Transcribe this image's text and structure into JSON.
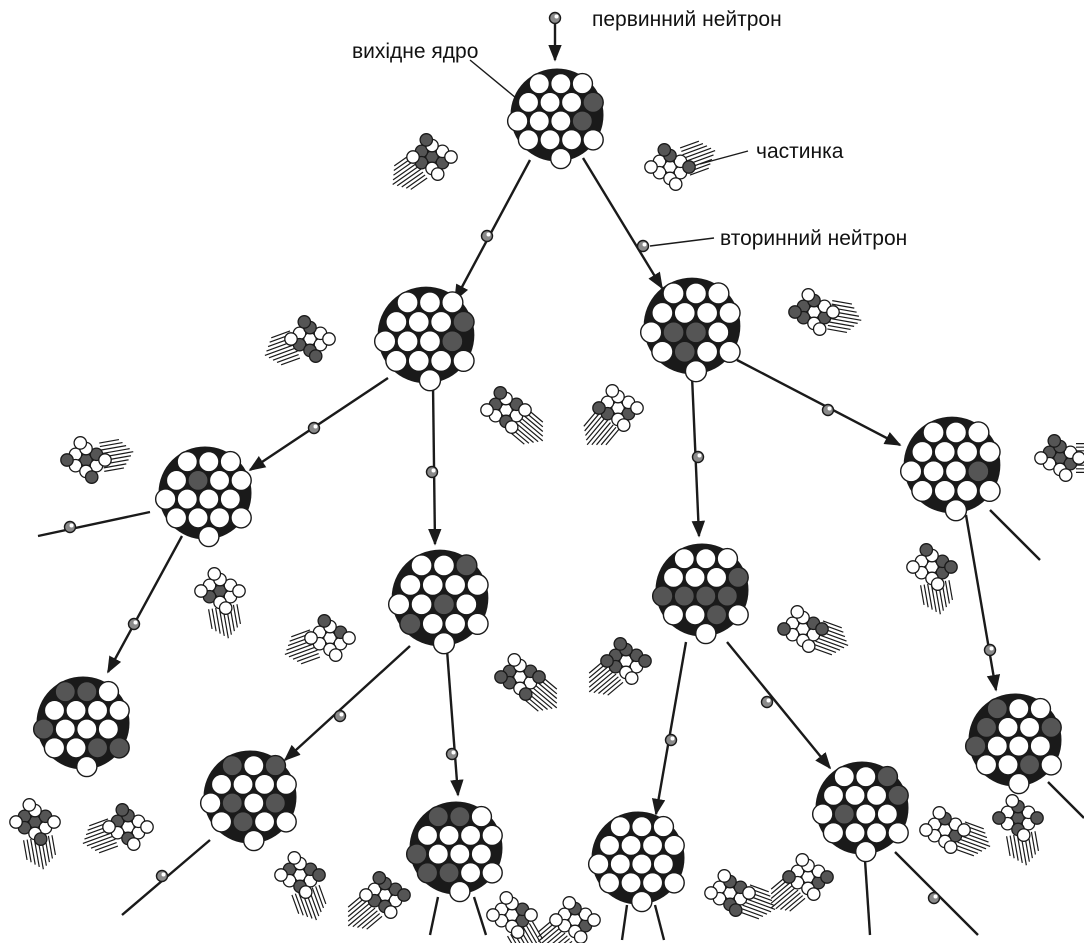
{
  "labels": {
    "primary_neutron": "первинний нейтрон",
    "source_nucleus": "вихідне ядро",
    "particle": "частинка",
    "secondary_neutron": "вторинний нейтрон"
  },
  "colors": {
    "ink": "#1a1a1a",
    "nucleon_fill": "#ffffff",
    "nucleon_shade": "#555555",
    "background": "#ffffff"
  }
}
